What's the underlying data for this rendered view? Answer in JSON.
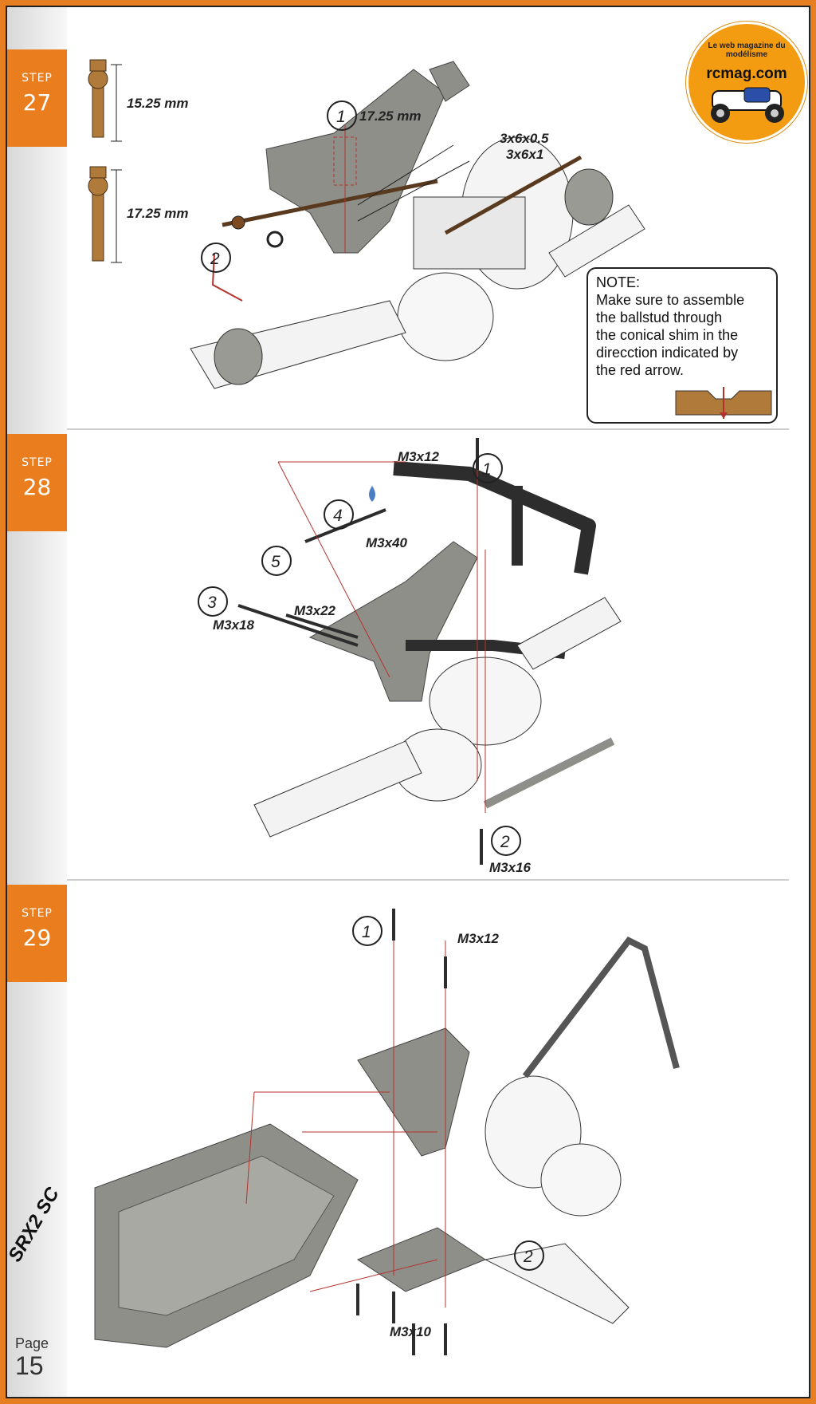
{
  "logo": {
    "tagline": "Le web magazine du modélisme",
    "name": "rcmag.com"
  },
  "brand": "SRX2 SC",
  "page": {
    "label": "Page",
    "number": "15"
  },
  "steps": [
    {
      "label": "STEP",
      "number": "27",
      "ballstuds": [
        "15.25 mm",
        "17.25 mm"
      ],
      "callouts": {
        "c1": "1",
        "c2": "2"
      },
      "parts": {
        "ballstud": "17.25 mm",
        "shim_a": "3x6x0.5",
        "shim_b": "3x6x1"
      },
      "note": {
        "title": "NOTE:",
        "body": "Make sure to assemble\nthe ballstud through\nthe conical shim in the\ndirecction indicated by\nthe red arrow."
      }
    },
    {
      "label": "STEP",
      "number": "28",
      "callouts": {
        "c1": "1",
        "c2": "2",
        "c3": "3",
        "c4": "4",
        "c5": "5"
      },
      "screws": {
        "s1": "M3x12",
        "s2": "M3x16",
        "s3": "M3x18",
        "s4": "M3x40",
        "s5": "M3x22"
      }
    },
    {
      "label": "STEP",
      "number": "29",
      "callouts": {
        "c1": "1",
        "c2": "2"
      },
      "screws": {
        "s1": "M3x12",
        "s2": "M3x10"
      }
    }
  ],
  "colors": {
    "accent": "#ea7d1e",
    "part_gray": "#8f8f8a",
    "part_dark": "#2d2d2d",
    "leader_red": "#b5322c",
    "copper": "#b07a3a"
  }
}
